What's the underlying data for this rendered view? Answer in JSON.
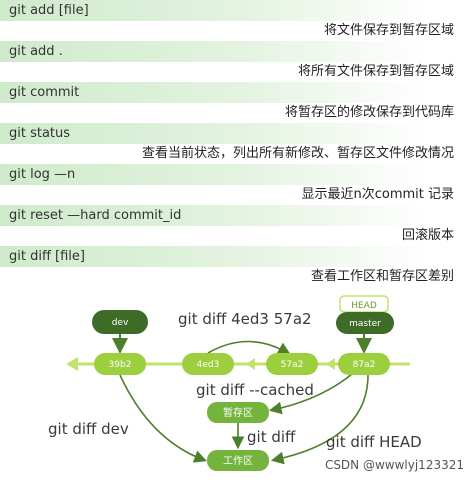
{
  "commands": [
    {
      "cmd": "git add [file]",
      "desc": "将文件保存到暂存区域"
    },
    {
      "cmd": "git add .",
      "desc": "将所有文件保存到暂存区域"
    },
    {
      "cmd": "git commit",
      "desc": "将暂存区的修改保存到代码库"
    },
    {
      "cmd": "git status",
      "desc": "查看当前状态，列出所有新修改、暂存区文件修改情况"
    },
    {
      "cmd": "git log —n",
      "desc": "显示最近n次commit 记录"
    },
    {
      "cmd": "git reset —hard commit_id",
      "desc": "回滚版本"
    },
    {
      "cmd": "git diff [file]",
      "desc": "查看工作区和暂存区差别"
    }
  ],
  "diagram": {
    "nodes": {
      "dev": "dev",
      "head": "HEAD",
      "master": "master",
      "c1": "39b2",
      "c2": "4ed3",
      "c3": "57a2",
      "c4": "87a2",
      "staging": "暂存区",
      "workdir": "工作区"
    },
    "labels": {
      "diff_commits": "git diff 4ed3 57a2",
      "diff_cached": "git diff --cached",
      "diff_dev": "git diff dev",
      "diff": "git diff",
      "diff_head": "git diff HEAD"
    },
    "colors": {
      "commit_fill": "#9bcf3e",
      "branch_fill": "#3f6b29",
      "area_fill": "#74b33c",
      "arrow": "#4e7f2c",
      "line": "#bfe36b"
    }
  },
  "watermark": "CSDN @wwwlyj123321"
}
